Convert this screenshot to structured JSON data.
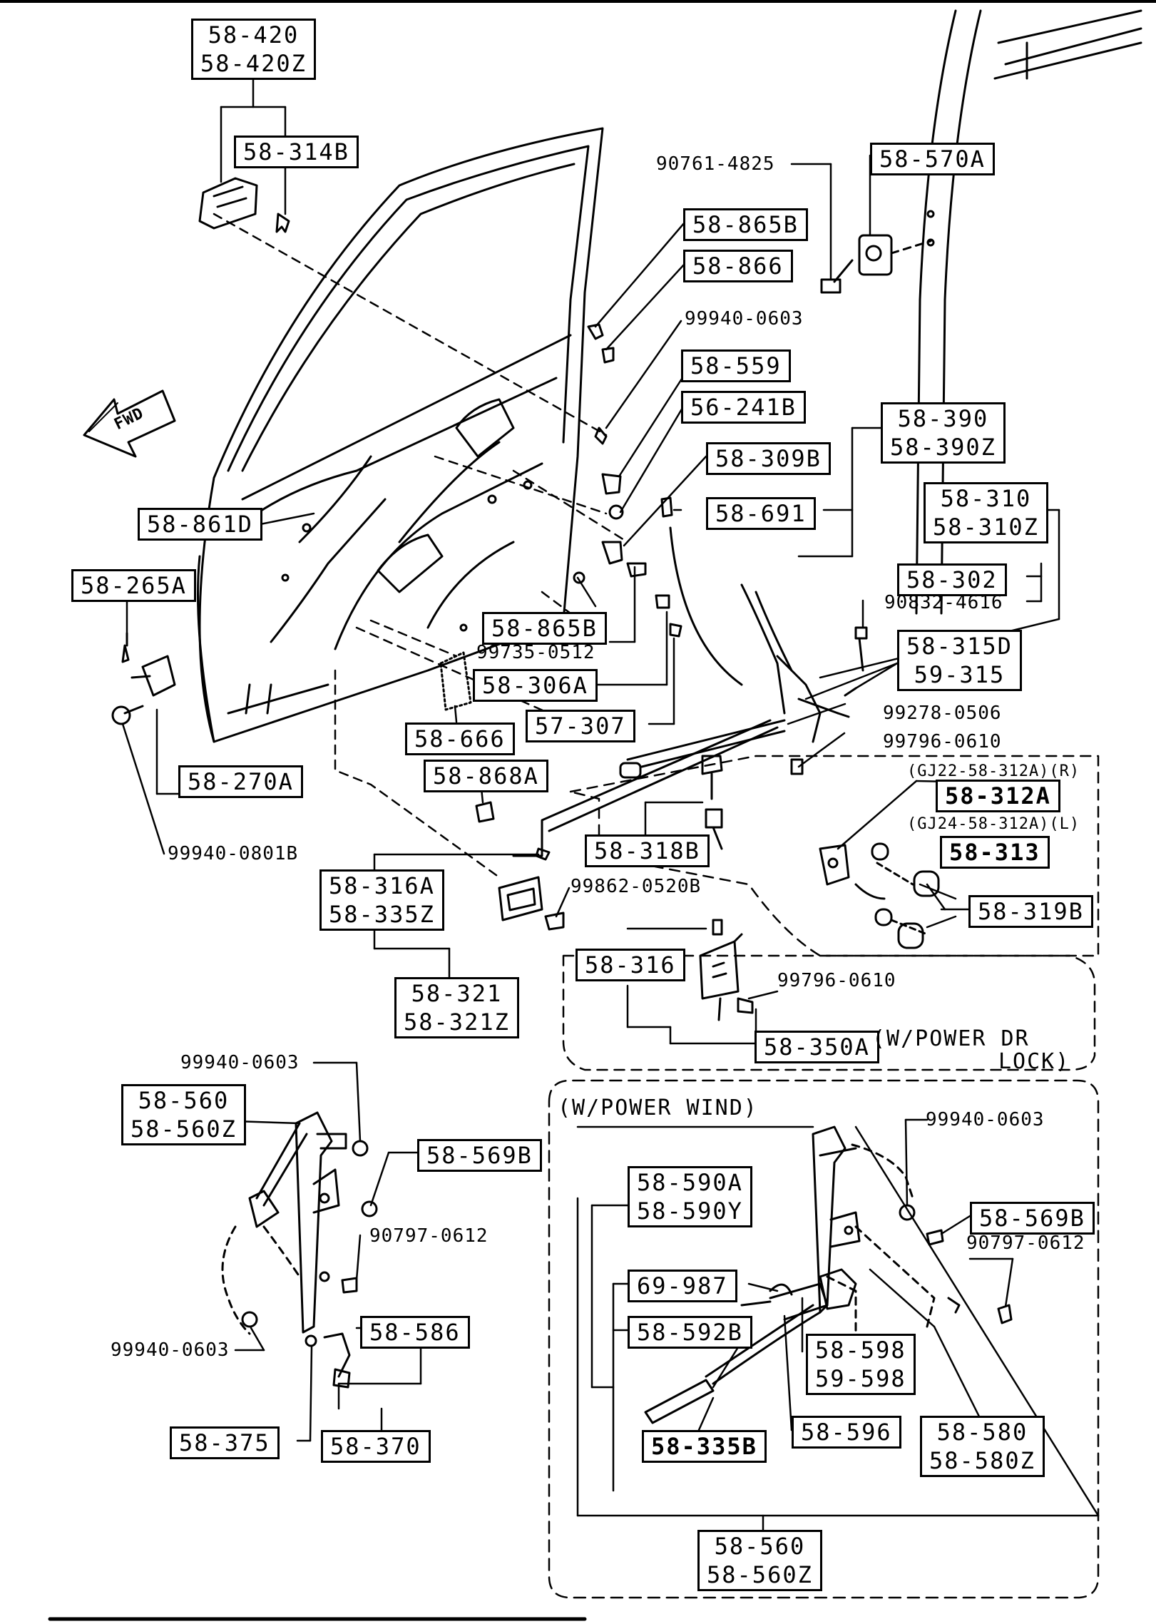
{
  "boxed_parts": {
    "p58_420": [
      "58-420",
      "58-420Z"
    ],
    "p58_314B": "58-314B",
    "p58_570A": "58-570A",
    "p58_865B_top": "58-865B",
    "p58_866": "58-866",
    "p58_559": "58-559",
    "p56_241B": "56-241B",
    "p58_390": [
      "58-390",
      "58-390Z"
    ],
    "p58_309B": "58-309B",
    "p58_691": "58-691",
    "p58_310": [
      "58-310",
      "58-310Z"
    ],
    "p58_861D": "58-861D",
    "p58_302": "58-302",
    "p58_265A": "58-265A",
    "p58_315D": [
      "58-315D",
      "59-315"
    ],
    "p58_865B_mid": "58-865B",
    "p58_306A": "58-306A",
    "p57_307": "57-307",
    "p58_666": "58-666",
    "p58_270A": "58-270A",
    "p58_868A": "58-868A",
    "p58_312A": "58-312A",
    "p58_318B": "58-318B",
    "p58_313": "58-313",
    "p58_316A": [
      "58-316A",
      "58-335Z"
    ],
    "p58_319B": "58-319B",
    "p58_316": "58-316",
    "p58_321": [
      "58-321",
      "58-321Z"
    ],
    "p58_350A": "58-350A",
    "p58_560_left": [
      "58-560",
      "58-560Z"
    ],
    "p58_569B_left": "58-569B",
    "p58_586": "58-586",
    "p58_375": "58-375",
    "p58_370": "58-370",
    "p58_590A": [
      "58-590A",
      "58-590Y"
    ],
    "p58_569B_right": "58-569B",
    "p69_987": "69-987",
    "p58_592B": "58-592B",
    "p58_598": [
      "58-598",
      "59-598"
    ],
    "p58_596": "58-596",
    "p58_335B": "58-335B",
    "p58_580": [
      "58-580",
      "58-580Z"
    ],
    "p58_560_bottom": [
      "58-560",
      "58-560Z"
    ]
  },
  "plain_parts": {
    "b90761_4825": "90761-4825",
    "b99940_0603_a": "99940-0603",
    "b90832_4616": "90832-4616",
    "b99735_0512": "99735-0512",
    "b99278_0506": "99278-0506",
    "b99796_0610_a": "99796-0610",
    "b99940_0801B": "99940-0801B",
    "b99862_0520B": "99862-0520B",
    "b99796_0610_b": "99796-0610",
    "b99940_0603_b": "99940-0603",
    "b90797_0612_a": "90797-0612",
    "b99940_0603_c": "99940-0603",
    "b99940_0603_d": "99940-0603",
    "b90797_0612_b": "90797-0612"
  },
  "notes": {
    "gj22": "(GJ22-58-312A)(R)",
    "gj24": "(GJ24-58-312A)(L)",
    "power_dr": "(W/POWER DR",
    "lock": "LOCK)",
    "power_wind": "(W/POWER WIND)",
    "fwd": "FWD"
  }
}
